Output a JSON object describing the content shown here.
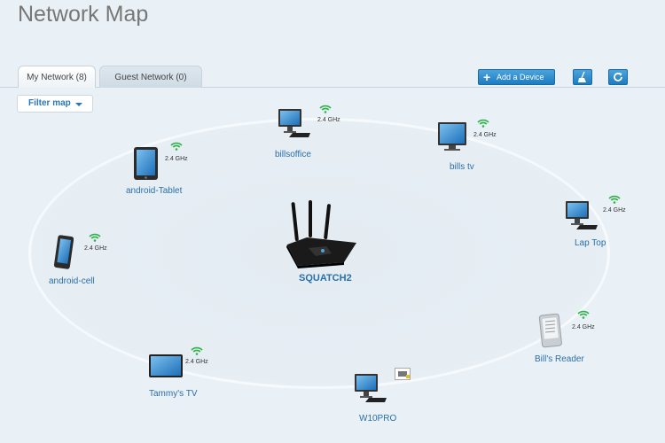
{
  "page": {
    "title": "Network Map"
  },
  "tabs": [
    {
      "label": "My Network (8)",
      "active": true
    },
    {
      "label": "Guest Network (0)",
      "active": false
    }
  ],
  "toolbar": {
    "add_device_label": "Add a Device",
    "add_icon": "plus-icon",
    "tool_icon": "broom-icon",
    "refresh_icon": "refresh-icon"
  },
  "filter": {
    "label": "Filter map"
  },
  "router": {
    "name": "SQUATCH2"
  },
  "devices": {
    "billsoffice": {
      "label": "billsoffice",
      "band": "2.4 GHz",
      "icon": "desktop-monitor-icon"
    },
    "bills_tv": {
      "label": "bills tv",
      "band": "2.4 GHz",
      "icon": "monitor-icon"
    },
    "android_tablet": {
      "label": "android-Tablet",
      "band": "2.4 GHz",
      "icon": "tablet-icon"
    },
    "lap_top": {
      "label": "Lap Top",
      "band": "2.4 GHz",
      "icon": "desktop-monitor-icon"
    },
    "android_cell": {
      "label": "android-cell",
      "band": "2.4 GHz",
      "icon": "phone-icon"
    },
    "bills_reader": {
      "label": "Bill's Reader",
      "band": "2.4 GHz",
      "icon": "ereader-icon"
    },
    "tammys_tv": {
      "label": "Tammy's TV",
      "band": "2.4 GHz",
      "icon": "tv-icon"
    },
    "w10pro": {
      "label": "W10PRO",
      "icon": "desktop-monitor-icon",
      "connection": "ethernet-port-icon"
    }
  },
  "colors": {
    "accent": "#2a76b7",
    "wifi": "#2fb24a",
    "button": "#1e7cbf",
    "background": "#eaf1f6"
  }
}
